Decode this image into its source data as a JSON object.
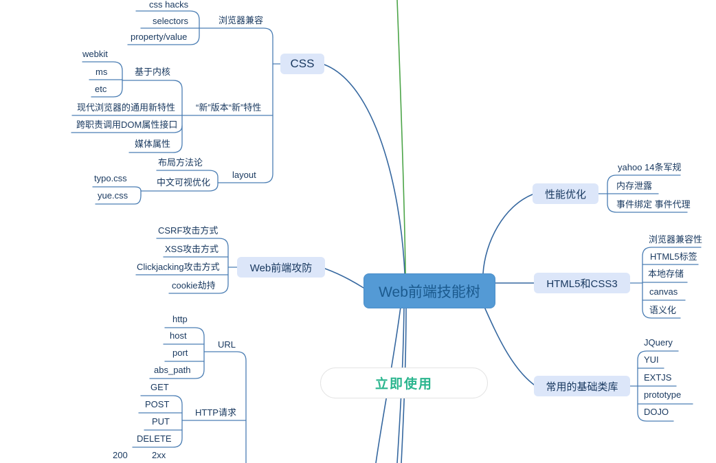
{
  "center": {
    "label": "Web前端技能树"
  },
  "cta": {
    "label": "立即使用"
  },
  "left": {
    "css": {
      "label": "CSS",
      "browser_compat": {
        "label": "浏览器兼容",
        "children": [
          "css hacks",
          "selectors",
          "property/value"
        ]
      },
      "new_features": {
        "label": "“新”版本“新”特性",
        "kernel": {
          "label": "基于内核",
          "children": [
            "webkit",
            "ms",
            "etc"
          ]
        },
        "items": [
          "现代浏览器的通用新特性",
          "跨职责调用DOM属性接口",
          "媒体属性"
        ]
      },
      "layout": {
        "label": "layout",
        "items": [
          "布局方法论",
          "中文可视优化"
        ],
        "cn_children": [
          "typo.css",
          "yue.css"
        ]
      }
    },
    "attack": {
      "label": "Web前端攻防",
      "children": [
        "CSRF攻击方式",
        "XSS攻击方式",
        "Clickjacking攻击方式",
        "cookie劫持"
      ]
    },
    "http": {
      "url": {
        "label": "URL",
        "children": [
          "http",
          "host",
          "port",
          "abs_path"
        ]
      },
      "request": {
        "label": "HTTP请求",
        "children": [
          "GET",
          "POST",
          "PUT",
          "DELETE"
        ]
      },
      "status": [
        "200",
        "2xx"
      ]
    }
  },
  "right": {
    "perf": {
      "label": "性能优化",
      "children": [
        "yahoo 14条军规",
        "内存泄露",
        "事件绑定 事件代理"
      ]
    },
    "html5": {
      "label": "HTML5和CSS3",
      "children": [
        "浏览器兼容性",
        "HTML5标签",
        "本地存储",
        "canvas",
        "语义化"
      ]
    },
    "libs": {
      "label": "常用的基础类库",
      "children": [
        "JQuery",
        "YUI",
        "EXTJS",
        "prototype",
        "DOJO"
      ]
    }
  },
  "colors": {
    "line": "#4a7db3",
    "green_line": "#4ba447",
    "node_fill": "#dce6f9",
    "node_text": "#17375e",
    "center_fill": "#549ad5",
    "center_text": "#1b5a8e",
    "cta_text": "#2ab58e"
  }
}
